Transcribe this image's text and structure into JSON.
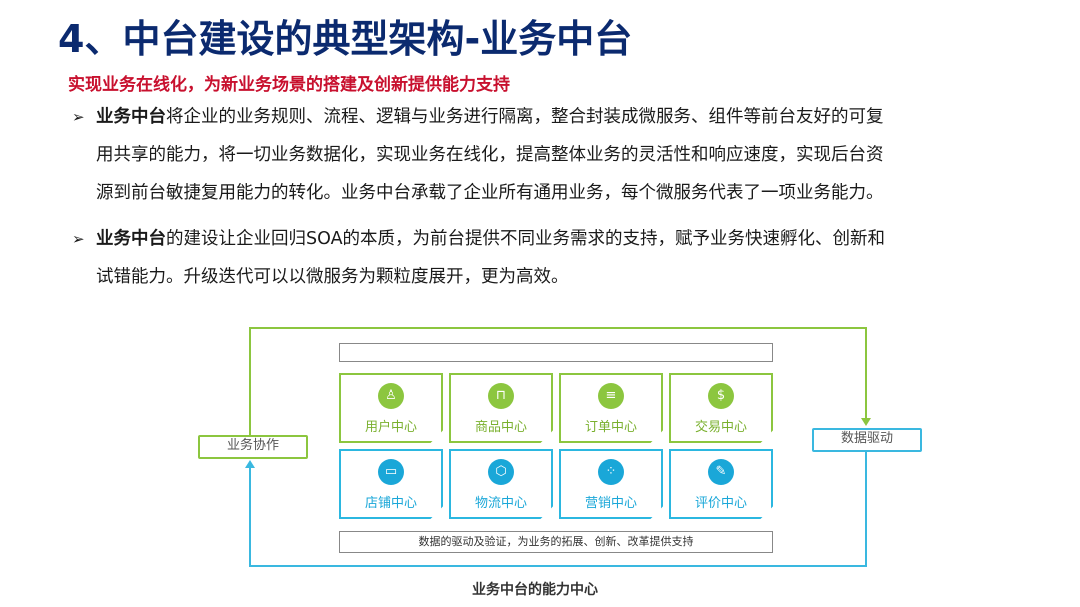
{
  "title": "4、中台建设的典型架构-业务中台",
  "subtitle": "实现业务在线化，为新业务场景的搭建及创新提供能力支持",
  "bullets": [
    {
      "arrow": "➢",
      "bold": "业务中台",
      "lines": [
        "将企业的业务规则、流程、逻辑与业务进行隔离，整合封装成微服务、组件等前台友好的可复",
        "用共享的能力，将一切业务数据化，实现业务在线化，提高整体业务的灵活性和响应速度，实现后台资",
        "源到前台敏捷复用能力的转化。业务中台承载了企业所有通用业务，每个微服务代表了一项业务能力。"
      ]
    },
    {
      "arrow": "➢",
      "bold": "业务中台",
      "lines": [
        "的建设让企业回归SOA的本质，为前台提供不同业务需求的支持，赋予业务快速孵化、创新和",
        "试错能力。升级迭代可以以微服务为颗粒度展开，更为高效。"
      ]
    }
  ],
  "diagram": {
    "left_label": "业务协作",
    "right_label": "数据驱动",
    "bottom_bar": "数据的驱动及验证，为业务的拓展、创新、改革提供支持",
    "caption": "业务中台的能力中心",
    "cards_row1": [
      {
        "label": "用户中心",
        "icon": "user-icon",
        "glyph": "♙"
      },
      {
        "label": "商品中心",
        "icon": "shopping-bag-icon",
        "glyph": "⊓"
      },
      {
        "label": "订单中心",
        "icon": "order-list-icon",
        "glyph": "≡"
      },
      {
        "label": "交易中心",
        "icon": "money-bag-icon",
        "glyph": "$"
      }
    ],
    "cards_row2": [
      {
        "label": "店铺中心",
        "icon": "store-icon",
        "glyph": "▭"
      },
      {
        "label": "物流中心",
        "icon": "package-icon",
        "glyph": "⬡"
      },
      {
        "label": "营销中心",
        "icon": "grid-icon",
        "glyph": "⁘"
      },
      {
        "label": "评价中心",
        "icon": "edit-icon",
        "glyph": "✎"
      }
    ],
    "colors": {
      "green": "#8cc63f",
      "blue": "#2bb7e0",
      "title": "#0b2a6f",
      "subtitle": "#c8102e"
    }
  }
}
